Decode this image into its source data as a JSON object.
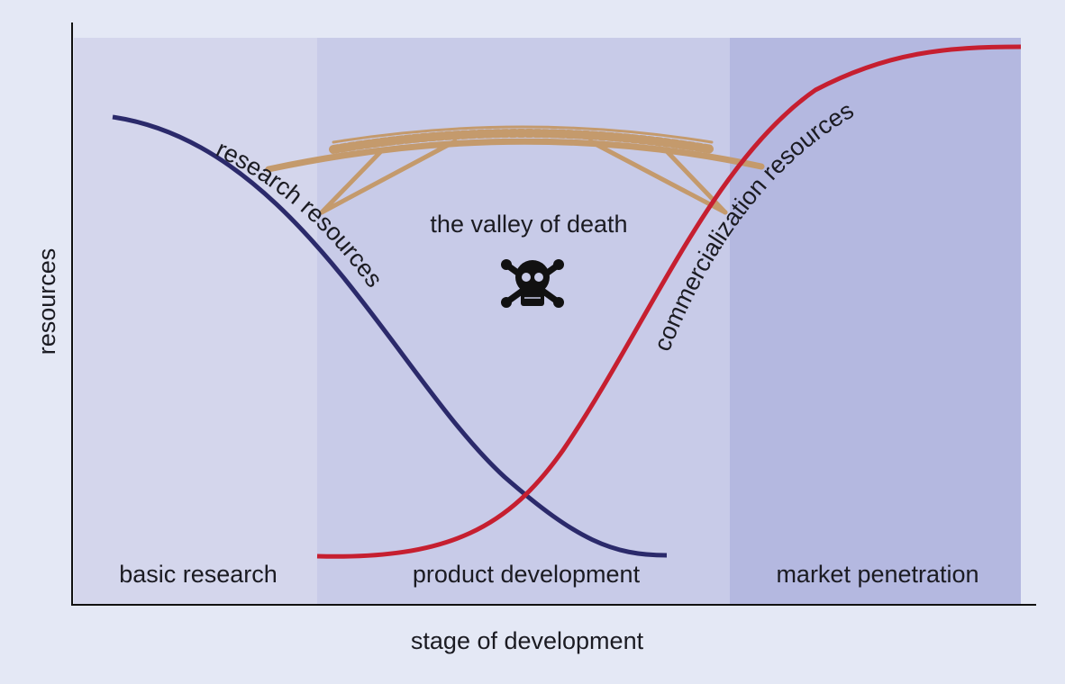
{
  "diagram": {
    "y_axis_label": "resources",
    "x_axis_label": "stage of development",
    "stages": [
      "basic research",
      "product development",
      "market penetration"
    ],
    "curves": {
      "research": "research resources",
      "commercialization": "commercialization resources"
    },
    "valley_label": "the valley of death",
    "icons": [
      "skull-crossbones-icon",
      "bridge"
    ],
    "colors": {
      "background": "#e4e8f5",
      "basic_research": "#d4d6ec",
      "product_development": "#c8cbe8",
      "market_penetration": "#b4b8e0",
      "research_curve": "#2b2a6b",
      "commercialization_curve": "#c61f30",
      "bridge": "#c49a6c"
    }
  }
}
